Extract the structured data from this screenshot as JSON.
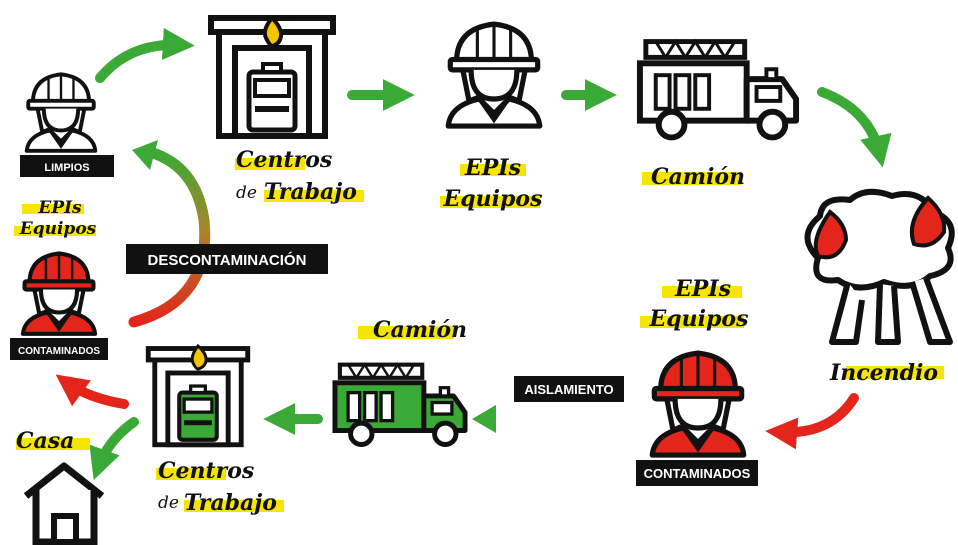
{
  "colors": {
    "green": "#3aa935",
    "red": "#e3251b",
    "yellow": "#f6e500",
    "black": "#111111"
  },
  "labels": {
    "limpios": "LIMPIOS",
    "centros_top_1": "Centros",
    "centros_top_de": "de",
    "centros_top_2": "Trabajo",
    "epis_top_1": "EPIs",
    "epis_top_2": "Equipos",
    "camion_top": "Camión",
    "incendio": "Incendio",
    "epis_right_1": "EPIs",
    "epis_right_2": "Equipos",
    "contaminados_right": "CONTAMINADOS",
    "aislamiento": "AISLAMIENTO",
    "camion_bottom": "Camión",
    "centros_bottom_1": "Centros",
    "centros_bottom_de": "de",
    "centros_bottom_2": "Trabajo",
    "casa": "Casa",
    "contaminados_left": "CONTAMINADOS",
    "epis_left_1": "EPIs",
    "epis_left_2": "Equipos",
    "descontaminacion": "DESCONTAMINACIÓN"
  },
  "icons": [
    "firefighter-clean-icon",
    "fire-station-icon",
    "firefighter-icon",
    "fire-truck-icon",
    "wildfire-icon",
    "firefighter-contaminated-icon",
    "fire-truck-green-icon",
    "fire-station-green-icon",
    "house-icon",
    "firefighter-contaminated-small-icon"
  ]
}
